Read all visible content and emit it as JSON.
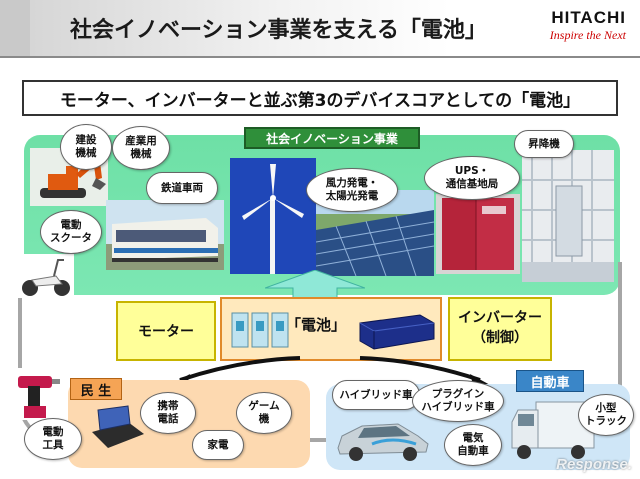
{
  "header": {
    "title": "社会イノベーション事業を支える「電池」",
    "logo_main": "HITACHI",
    "logo_sub": "Inspire the Next"
  },
  "subtitle": "モーター、インバーターと並ぶ第3のデバイスコアとしての「電池」",
  "innovation": {
    "label": "社会イノベーション事業",
    "bubbles": {
      "construction": [
        "建設",
        "機械"
      ],
      "industrial": [
        "産業用",
        "機械"
      ],
      "rail": [
        "鉄道車両"
      ],
      "scooter": [
        "電動",
        "スクータ"
      ],
      "wind_solar": [
        "風力発電・",
        "太陽光発電"
      ],
      "ups": [
        "UPS・",
        "通信基地局"
      ],
      "elevator": [
        "昇降機"
      ]
    }
  },
  "core": {
    "motor": "モーター",
    "battery": "「電池」",
    "inverter_line1": "インバーター",
    "inverter_line2": "（制御）"
  },
  "consumer": {
    "label": "民 生",
    "bubbles": {
      "power_tools": [
        "電動",
        "工具"
      ],
      "mobile": [
        "携帯",
        "電話"
      ],
      "game": [
        "ゲーム",
        "機"
      ],
      "appliances": [
        "家電"
      ]
    }
  },
  "automotive": {
    "label": "自動車",
    "bubbles": {
      "hybrid": [
        "ハイブリッド車"
      ],
      "plugin": [
        "プラグイン",
        "ハイブリッド車"
      ],
      "ev": [
        "電気",
        "自動車"
      ],
      "truck": [
        "小型",
        "トラック"
      ]
    }
  },
  "watermark": "Response.",
  "colors": {
    "innovation_bg": "#76e4ad",
    "innovation_label": "#2f8f3a",
    "core_box": "#ffff99",
    "battery_box": "#ffe9bd",
    "consumer_bg": "#fdd9b0",
    "consumer_label": "#f5a455",
    "auto_bg": "#cfe6f7",
    "auto_label": "#3a86c8",
    "logo_red": "#cc0000"
  }
}
